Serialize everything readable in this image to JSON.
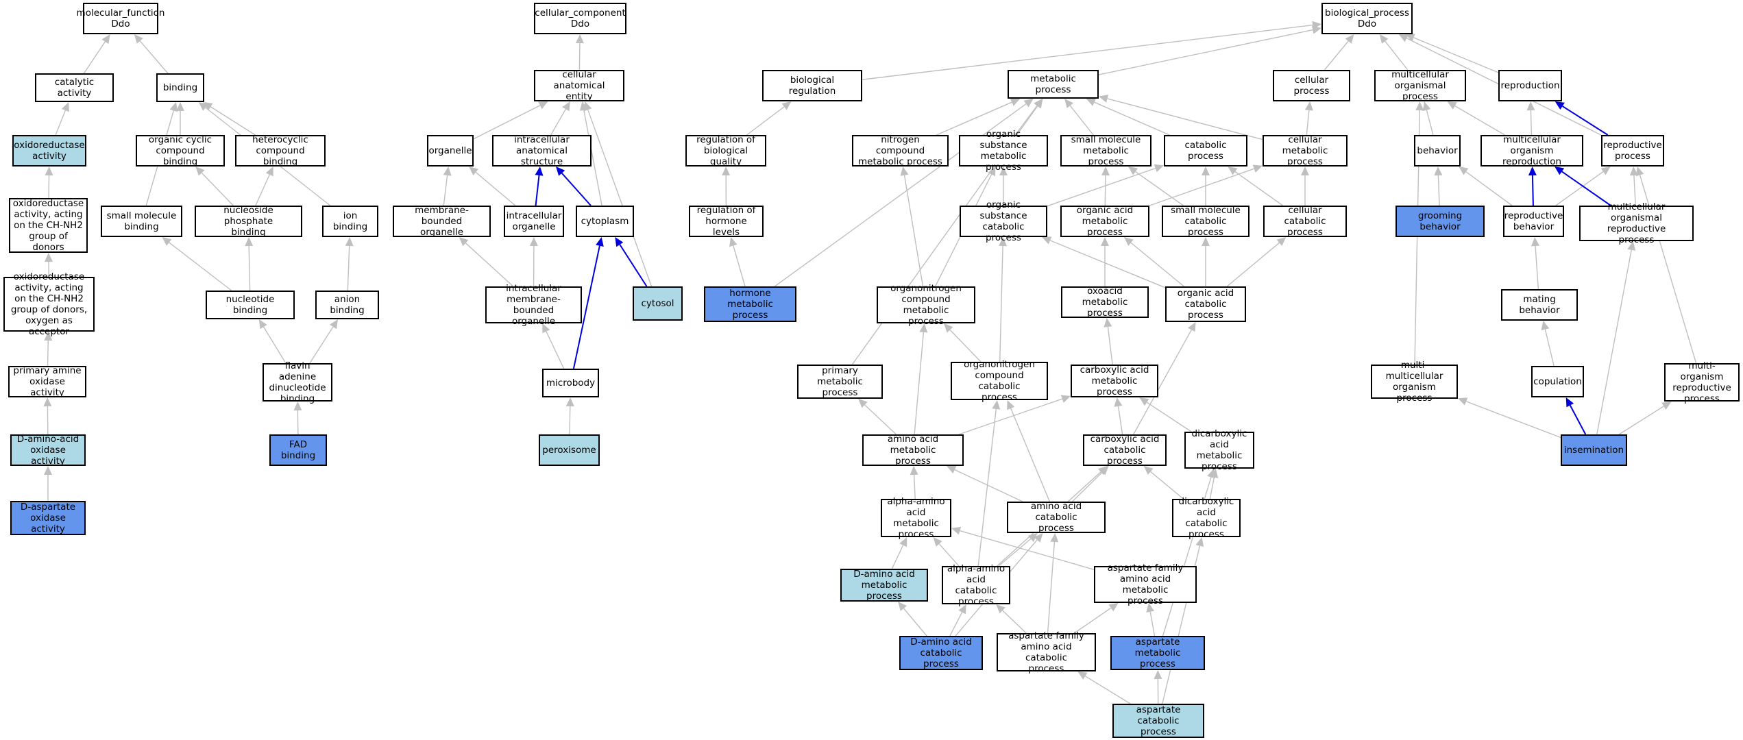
{
  "colors": {
    "background": "#ffffff",
    "node_default": "#ffffff",
    "node_light": "#add8e6",
    "node_dark": "#6495ed",
    "edge_gray": "#bfbfbf",
    "edge_blue": "#0000dd"
  },
  "nodes": {
    "mf": {
      "label": "molecular_function\nDdo",
      "type": "default"
    },
    "catalytic": {
      "label": "catalytic activity",
      "type": "default"
    },
    "binding": {
      "label": "binding",
      "type": "default"
    },
    "oxidoreductase": {
      "label": "oxidoreductase\nactivity",
      "type": "light"
    },
    "organic_cyclic": {
      "label": "organic cyclic\ncompound binding",
      "type": "default"
    },
    "heterocyclic": {
      "label": "heterocyclic\ncompound binding",
      "type": "default"
    },
    "oxido_ch_nh2": {
      "label": "oxidoreductase\nactivity, acting\non the CH-NH2\ngroup of donors",
      "type": "default"
    },
    "small_mol_binding": {
      "label": "small molecule\nbinding",
      "type": "default"
    },
    "nucleoside_phosphate": {
      "label": "nucleoside phosphate\nbinding",
      "type": "default"
    },
    "ion_binding": {
      "label": "ion binding",
      "type": "default"
    },
    "oxido_ch_nh2_o2": {
      "label": "oxidoreductase\nactivity, acting\non the CH-NH2\ngroup of donors,\noxygen as acceptor",
      "type": "default"
    },
    "nucleotide_binding": {
      "label": "nucleotide binding",
      "type": "default"
    },
    "anion_binding": {
      "label": "anion binding",
      "type": "default"
    },
    "primary_amine_ox": {
      "label": "primary amine\noxidase activity",
      "type": "default"
    },
    "flavin": {
      "label": "flavin adenine\ndinucleotide\nbinding",
      "type": "default"
    },
    "d_amino_acid_ox": {
      "label": "D-amino-acid\noxidase activity",
      "type": "light"
    },
    "fad_binding": {
      "label": "FAD binding",
      "type": "dark"
    },
    "d_aspartate_ox": {
      "label": "D-aspartate\noxidase activity",
      "type": "dark"
    },
    "cc": {
      "label": "cellular_component\nDdo",
      "type": "default"
    },
    "cell_anat": {
      "label": "cellular anatomical\nentity",
      "type": "default"
    },
    "organelle": {
      "label": "organelle",
      "type": "default"
    },
    "intracell_struct": {
      "label": "intracellular\nanatomical structure",
      "type": "default"
    },
    "membrane_bounded": {
      "label": "membrane-bounded\norganelle",
      "type": "default"
    },
    "intracell_organelle": {
      "label": "intracellular\norganelle",
      "type": "default"
    },
    "cytoplasm": {
      "label": "cytoplasm",
      "type": "default"
    },
    "intracell_mb_organelle": {
      "label": "intracellular\nmembrane-bounded\norganelle",
      "type": "default"
    },
    "cytosol": {
      "label": "cytosol",
      "type": "light"
    },
    "microbody": {
      "label": "microbody",
      "type": "default"
    },
    "peroxisome": {
      "label": "peroxisome",
      "type": "light"
    },
    "bp": {
      "label": "biological_process\nDdo",
      "type": "default"
    },
    "bio_reg": {
      "label": "biological regulation",
      "type": "default"
    },
    "metabolic": {
      "label": "metabolic process",
      "type": "default"
    },
    "cellular_proc": {
      "label": "cellular process",
      "type": "default"
    },
    "multicell_org": {
      "label": "multicellular\norganismal process",
      "type": "default"
    },
    "reproduction": {
      "label": "reproduction",
      "type": "default"
    },
    "reg_bio_quality": {
      "label": "regulation of\nbiological quality",
      "type": "default"
    },
    "nitrogen_cmp": {
      "label": "nitrogen compound\nmetabolic process",
      "type": "default"
    },
    "org_subst_met": {
      "label": "organic substance\nmetabolic process",
      "type": "default"
    },
    "small_mol_met": {
      "label": "small molecule\nmetabolic process",
      "type": "default"
    },
    "catabolic": {
      "label": "catabolic process",
      "type": "default"
    },
    "cell_met": {
      "label": "cellular metabolic\nprocess",
      "type": "default"
    },
    "behavior": {
      "label": "behavior",
      "type": "default"
    },
    "multicell_repro": {
      "label": "multicellular\norganism reproduction",
      "type": "default"
    },
    "repro_proc": {
      "label": "reproductive\nprocess",
      "type": "default"
    },
    "reg_hormone": {
      "label": "regulation of\nhormone levels",
      "type": "default"
    },
    "org_subst_cat": {
      "label": "organic substance\ncatabolic process",
      "type": "default"
    },
    "org_acid_met": {
      "label": "organic acid\nmetabolic process",
      "type": "default"
    },
    "small_mol_cat": {
      "label": "small molecule\ncatabolic process",
      "type": "default"
    },
    "cell_cat": {
      "label": "cellular catabolic\nprocess",
      "type": "default"
    },
    "grooming": {
      "label": "grooming behavior",
      "type": "dark"
    },
    "repro_behavior": {
      "label": "reproductive\nbehavior",
      "type": "default"
    },
    "multicell_repro_proc": {
      "label": "multicellular\norganismal reproductive\nprocess",
      "type": "default"
    },
    "hormone_met": {
      "label": "hormone metabolic\nprocess",
      "type": "dark"
    },
    "organonitrogen_met": {
      "label": "organonitrogen\ncompound metabolic\nprocess",
      "type": "default"
    },
    "oxoacid_met": {
      "label": "oxoacid metabolic\nprocess",
      "type": "default"
    },
    "org_acid_cat": {
      "label": "organic acid\ncatabolic process",
      "type": "default"
    },
    "mating": {
      "label": "mating behavior",
      "type": "default"
    },
    "primary_met": {
      "label": "primary metabolic\nprocess",
      "type": "default"
    },
    "organonitrogen_cat": {
      "label": "organonitrogen\ncompound catabolic\nprocess",
      "type": "default"
    },
    "carboxylic_met": {
      "label": "carboxylic acid\nmetabolic process",
      "type": "default"
    },
    "multi_multicell": {
      "label": "multi-multicellular\norganism process",
      "type": "default"
    },
    "copulation": {
      "label": "copulation",
      "type": "default"
    },
    "multi_org_repro": {
      "label": "multi-organism\nreproductive\nprocess",
      "type": "default"
    },
    "amino_acid_met": {
      "label": "amino acid metabolic\nprocess",
      "type": "default"
    },
    "carboxylic_cat": {
      "label": "carboxylic acid\ncatabolic process",
      "type": "default"
    },
    "dicarboxylic_met": {
      "label": "dicarboxylic\nacid metabolic\nprocess",
      "type": "default"
    },
    "insemination": {
      "label": "insemination",
      "type": "dark"
    },
    "alpha_amino_met": {
      "label": "alpha-amino\nacid metabolic\nprocess",
      "type": "default"
    },
    "amino_acid_cat": {
      "label": "amino acid catabolic\nprocess",
      "type": "default"
    },
    "dicarboxylic_cat": {
      "label": "dicarboxylic\nacid catabolic\nprocess",
      "type": "default"
    },
    "d_amino_met": {
      "label": "D-amino acid\nmetabolic process",
      "type": "light"
    },
    "alpha_amino_cat": {
      "label": "alpha-amino\nacid catabolic\nprocess",
      "type": "default"
    },
    "asp_family_met": {
      "label": "aspartate family\namino acid metabolic\nprocess",
      "type": "default"
    },
    "d_amino_cat": {
      "label": "D-amino acid\ncatabolic process",
      "type": "dark"
    },
    "asp_family_cat": {
      "label": "aspartate family\namino acid catabolic\nprocess",
      "type": "default"
    },
    "aspartate_met": {
      "label": "aspartate metabolic\nprocess",
      "type": "dark"
    },
    "aspartate_cat": {
      "label": "aspartate catabolic\nprocess",
      "type": "light"
    }
  },
  "edges": [
    [
      "catalytic",
      "mf",
      "gray"
    ],
    [
      "binding",
      "mf",
      "gray"
    ],
    [
      "oxidoreductase",
      "catalytic",
      "gray"
    ],
    [
      "organic_cyclic",
      "binding",
      "gray"
    ],
    [
      "heterocyclic",
      "binding",
      "gray"
    ],
    [
      "small_mol_binding",
      "binding",
      "gray"
    ],
    [
      "ion_binding",
      "binding",
      "gray"
    ],
    [
      "oxido_ch_nh2",
      "oxidoreductase",
      "gray"
    ],
    [
      "nucleoside_phosphate",
      "organic_cyclic",
      "gray"
    ],
    [
      "nucleoside_phosphate",
      "heterocyclic",
      "gray"
    ],
    [
      "oxido_ch_nh2_o2",
      "oxido_ch_nh2",
      "gray"
    ],
    [
      "nucleotide_binding",
      "small_mol_binding",
      "gray"
    ],
    [
      "nucleotide_binding",
      "nucleoside_phosphate",
      "gray"
    ],
    [
      "anion_binding",
      "ion_binding",
      "gray"
    ],
    [
      "primary_amine_ox",
      "oxido_ch_nh2_o2",
      "gray"
    ],
    [
      "flavin",
      "nucleotide_binding",
      "gray"
    ],
    [
      "flavin",
      "anion_binding",
      "gray"
    ],
    [
      "d_amino_acid_ox",
      "primary_amine_ox",
      "gray"
    ],
    [
      "fad_binding",
      "flavin",
      "gray"
    ],
    [
      "d_aspartate_ox",
      "d_amino_acid_ox",
      "gray"
    ],
    [
      "cell_anat",
      "cc",
      "gray"
    ],
    [
      "organelle",
      "cell_anat",
      "gray"
    ],
    [
      "intracell_struct",
      "cell_anat",
      "gray"
    ],
    [
      "cytoplasm",
      "cell_anat",
      "gray"
    ],
    [
      "cytosol",
      "cell_anat",
      "gray"
    ],
    [
      "membrane_bounded",
      "organelle",
      "gray"
    ],
    [
      "intracell_organelle",
      "organelle",
      "gray"
    ],
    [
      "intracell_organelle",
      "intracell_struct",
      "blue"
    ],
    [
      "cytoplasm",
      "intracell_struct",
      "blue"
    ],
    [
      "intracell_mb_organelle",
      "membrane_bounded",
      "gray"
    ],
    [
      "intracell_mb_organelle",
      "intracell_organelle",
      "gray"
    ],
    [
      "cytosol",
      "cytoplasm",
      "blue"
    ],
    [
      "microbody",
      "cytoplasm",
      "blue"
    ],
    [
      "microbody",
      "intracell_mb_organelle",
      "gray"
    ],
    [
      "peroxisome",
      "microbody",
      "gray"
    ],
    [
      "bio_reg",
      "bp",
      "gray"
    ],
    [
      "metabolic",
      "bp",
      "gray"
    ],
    [
      "cellular_proc",
      "bp",
      "gray"
    ],
    [
      "multicell_org",
      "bp",
      "gray"
    ],
    [
      "reproduction",
      "bp",
      "gray"
    ],
    [
      "repro_proc",
      "bp",
      "gray"
    ],
    [
      "reg_bio_quality",
      "bio_reg",
      "gray"
    ],
    [
      "reg_hormone",
      "reg_bio_quality",
      "gray"
    ],
    [
      "hormone_met",
      "reg_hormone",
      "gray"
    ],
    [
      "hormone_met",
      "metabolic",
      "gray"
    ],
    [
      "nitrogen_cmp",
      "metabolic",
      "gray"
    ],
    [
      "org_subst_met",
      "metabolic",
      "gray"
    ],
    [
      "small_mol_met",
      "metabolic",
      "gray"
    ],
    [
      "catabolic",
      "metabolic",
      "gray"
    ],
    [
      "cell_met",
      "metabolic",
      "gray"
    ],
    [
      "primary_met",
      "metabolic",
      "gray"
    ],
    [
      "cell_met",
      "cellular_proc",
      "gray"
    ],
    [
      "org_subst_cat",
      "org_subst_met",
      "gray"
    ],
    [
      "org_subst_cat",
      "catabolic",
      "gray"
    ],
    [
      "org_acid_met",
      "small_mol_met",
      "gray"
    ],
    [
      "org_acid_met",
      "cell_met",
      "gray"
    ],
    [
      "small_mol_cat",
      "small_mol_met",
      "gray"
    ],
    [
      "small_mol_cat",
      "catabolic",
      "gray"
    ],
    [
      "cell_cat",
      "catabolic",
      "gray"
    ],
    [
      "cell_cat",
      "cell_met",
      "gray"
    ],
    [
      "organonitrogen_met",
      "nitrogen_cmp",
      "gray"
    ],
    [
      "organonitrogen_met",
      "org_subst_met",
      "gray"
    ],
    [
      "oxoacid_met",
      "org_acid_met",
      "gray"
    ],
    [
      "org_acid_cat",
      "org_acid_met",
      "gray"
    ],
    [
      "org_acid_cat",
      "org_subst_cat",
      "gray"
    ],
    [
      "org_acid_cat",
      "small_mol_cat",
      "gray"
    ],
    [
      "org_acid_cat",
      "cell_cat",
      "gray"
    ],
    [
      "organonitrogen_cat",
      "organonitrogen_met",
      "gray"
    ],
    [
      "organonitrogen_cat",
      "org_subst_cat",
      "gray"
    ],
    [
      "carboxylic_met",
      "oxoacid_met",
      "gray"
    ],
    [
      "amino_acid_met",
      "primary_met",
      "gray"
    ],
    [
      "amino_acid_met",
      "organonitrogen_met",
      "gray"
    ],
    [
      "amino_acid_met",
      "carboxylic_met",
      "gray"
    ],
    [
      "carboxylic_cat",
      "carboxylic_met",
      "gray"
    ],
    [
      "carboxylic_cat",
      "org_acid_cat",
      "gray"
    ],
    [
      "dicarboxylic_met",
      "carboxylic_met",
      "gray"
    ],
    [
      "alpha_amino_met",
      "amino_acid_met",
      "gray"
    ],
    [
      "amino_acid_cat",
      "amino_acid_met",
      "gray"
    ],
    [
      "amino_acid_cat",
      "organonitrogen_cat",
      "gray"
    ],
    [
      "amino_acid_cat",
      "carboxylic_cat",
      "gray"
    ],
    [
      "dicarboxylic_cat",
      "dicarboxylic_met",
      "gray"
    ],
    [
      "dicarboxylic_cat",
      "carboxylic_cat",
      "gray"
    ],
    [
      "d_amino_met",
      "alpha_amino_met",
      "gray"
    ],
    [
      "alpha_amino_cat",
      "alpha_amino_met",
      "gray"
    ],
    [
      "alpha_amino_cat",
      "amino_acid_cat",
      "gray"
    ],
    [
      "alpha_amino_cat",
      "organonitrogen_cat",
      "gray"
    ],
    [
      "alpha_amino_cat",
      "carboxylic_cat",
      "gray"
    ],
    [
      "asp_family_met",
      "alpha_amino_met",
      "gray"
    ],
    [
      "d_amino_cat",
      "d_amino_met",
      "gray"
    ],
    [
      "d_amino_cat",
      "alpha_amino_cat",
      "gray"
    ],
    [
      "d_amino_cat",
      "amino_acid_cat",
      "gray"
    ],
    [
      "asp_family_cat",
      "alpha_amino_cat",
      "gray"
    ],
    [
      "asp_family_cat",
      "asp_family_met",
      "gray"
    ],
    [
      "asp_family_cat",
      "amino_acid_cat",
      "gray"
    ],
    [
      "aspartate_met",
      "asp_family_met",
      "gray"
    ],
    [
      "aspartate_met",
      "dicarboxylic_met",
      "gray"
    ],
    [
      "aspartate_cat",
      "aspartate_met",
      "gray"
    ],
    [
      "aspartate_cat",
      "asp_family_cat",
      "gray"
    ],
    [
      "aspartate_cat",
      "dicarboxylic_cat",
      "gray"
    ],
    [
      "multicell_repro",
      "multicell_org",
      "gray"
    ],
    [
      "multicell_repro",
      "reproduction",
      "gray"
    ],
    [
      "behavior",
      "multicell_org",
      "gray"
    ],
    [
      "multi_multicell",
      "multicell_org",
      "gray"
    ],
    [
      "repro_proc",
      "reproduction",
      "blue"
    ],
    [
      "grooming",
      "behavior",
      "gray"
    ],
    [
      "repro_behavior",
      "behavior",
      "gray"
    ],
    [
      "repro_behavior",
      "multicell_repro",
      "blue"
    ],
    [
      "repro_behavior",
      "repro_proc",
      "gray"
    ],
    [
      "multicell_repro_proc",
      "multicell_repro",
      "blue"
    ],
    [
      "multicell_repro_proc",
      "repro_proc",
      "gray"
    ],
    [
      "multi_org_repro",
      "repro_proc",
      "gray"
    ],
    [
      "mating",
      "repro_behavior",
      "gray"
    ],
    [
      "copulation",
      "mating",
      "gray"
    ],
    [
      "insemination",
      "copulation",
      "blue"
    ],
    [
      "insemination",
      "multi_multicell",
      "gray"
    ],
    [
      "insemination",
      "multi_org_repro",
      "gray"
    ],
    [
      "insemination",
      "multicell_repro_proc",
      "gray"
    ]
  ]
}
